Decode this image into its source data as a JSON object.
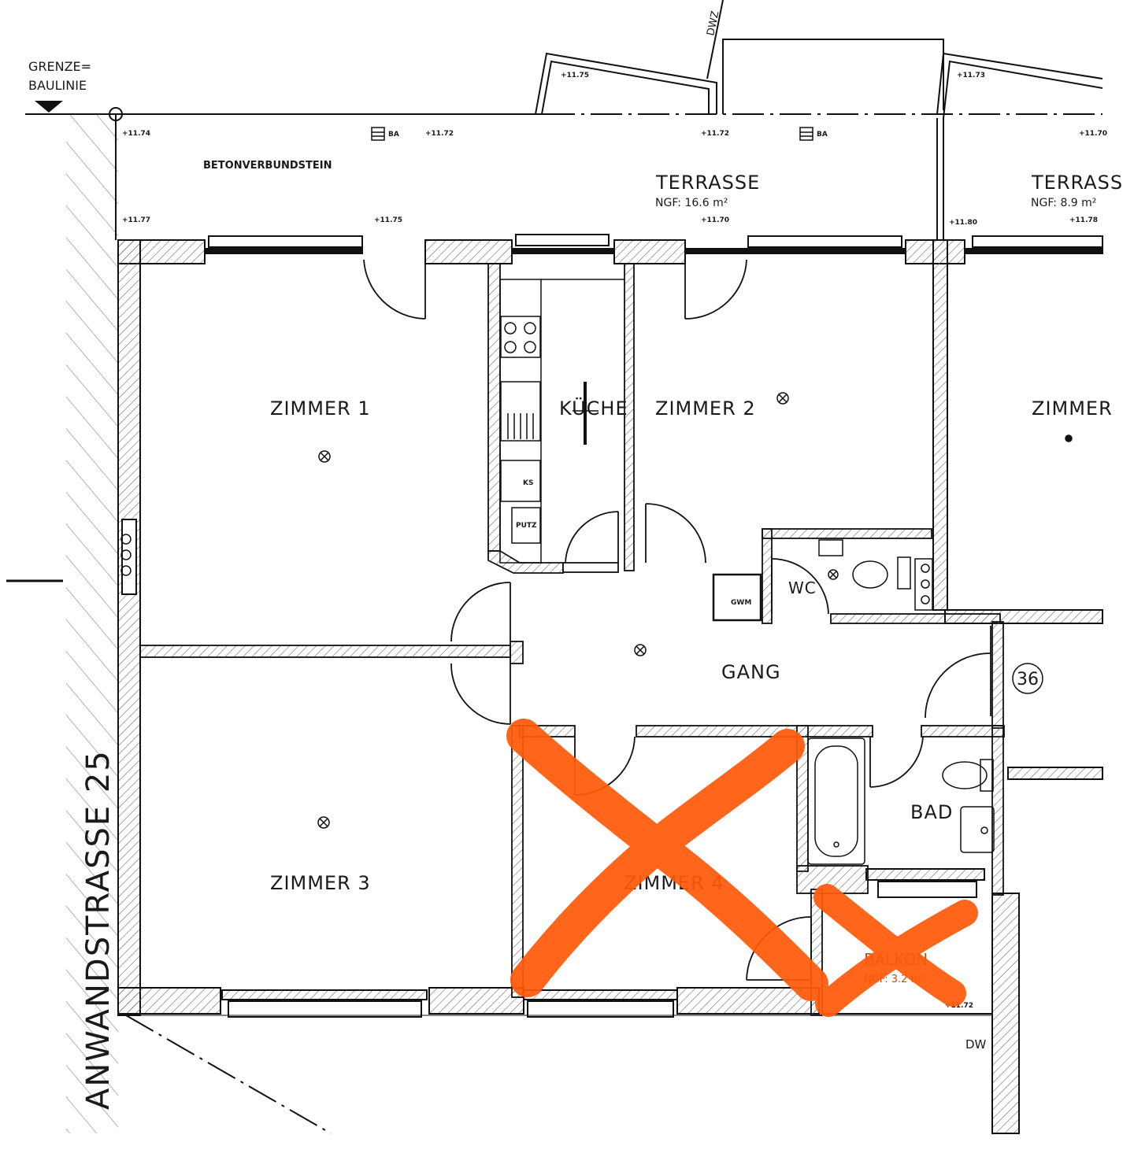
{
  "border_label": [
    "GRENZE=",
    "BAULINIE"
  ],
  "street_label": "ANWANDSTRASSE 25",
  "paving_label": "BETONVERBUNDSTEIN",
  "terrace_main": {
    "name": "TERRASSE",
    "area": "NGF: 16.6 m²"
  },
  "terrace_right": {
    "name": "TERRASS",
    "area": "NGF: 8.9 m²"
  },
  "rooms": {
    "zimmer1": "ZIMMER 1",
    "zimmer2": "ZIMMER 2",
    "zimmer3": "ZIMMER 3",
    "zimmer4": "ZIMMER 4",
    "zimmer_right": "ZIMMER",
    "kueche": "KÜCHE",
    "gang": "GANG",
    "wc": "WC",
    "bad": "BAD",
    "balkon": "BALKON",
    "balkon_area": "NGF: 3.2 m²"
  },
  "unit_number": "36",
  "dw_labels": [
    "DWZ",
    "DW"
  ],
  "level_marks": [
    "+11.74",
    "+11.72",
    "+11.75",
    "+11.72",
    "+11.70",
    "+11.77",
    "+11.75",
    "+11.70",
    "+11.80",
    "+11.78",
    "+11.73",
    "+11.72"
  ],
  "drain_marks": [
    "BA",
    "BA"
  ],
  "fixture_marks": [
    "KS",
    "PUTZ",
    "GWM"
  ],
  "colors": {
    "line": "#111111",
    "hatch": "#666666",
    "cross_out": "#ff5a0a"
  }
}
